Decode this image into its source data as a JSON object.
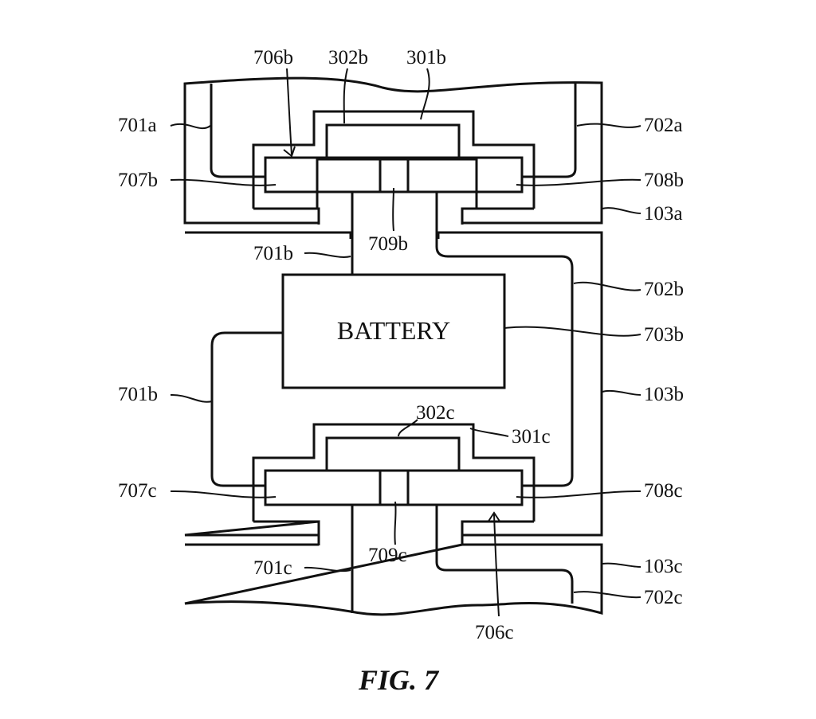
{
  "figure": {
    "caption": "FIG. 7",
    "battery_label": "BATTERY"
  },
  "labels": {
    "l706b": "706b",
    "l302b": "302b",
    "l301b": "301b",
    "l701a": "701a",
    "l702a": "702a",
    "l707b": "707b",
    "l708b": "708b",
    "l103a": "103a",
    "l701b_top": "701b",
    "l709b": "709b",
    "l702b": "702b",
    "l703b": "703b",
    "l701b_left": "701b",
    "l103b": "103b",
    "l302c": "302c",
    "l301c": "301c",
    "l707c": "707c",
    "l708c": "708c",
    "l701c": "701c",
    "l709c": "709c",
    "l103c": "103c",
    "l702c": "702c",
    "l706c": "706c"
  }
}
